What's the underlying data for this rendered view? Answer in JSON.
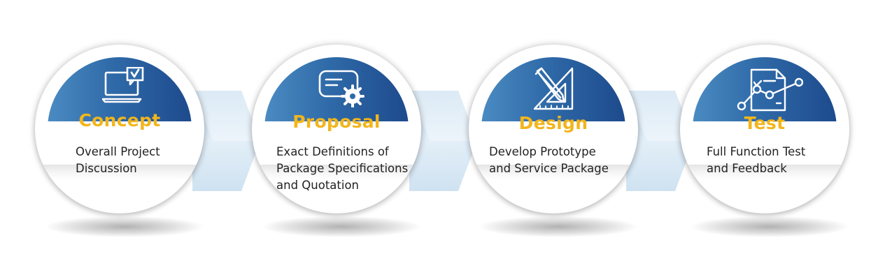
{
  "steps": [
    {
      "title": "Concept",
      "lines": [
        "Overall Project",
        "Discussion"
      ],
      "icon": "laptop-check-icon"
    },
    {
      "title": "Proposal",
      "lines": [
        "Exact Definitions of",
        "Package Specifications",
        "and Quotation"
      ],
      "icon": "document-gear-icon"
    },
    {
      "title": "Design",
      "lines": [
        "Develop Prototype",
        "and Service Package"
      ],
      "icon": "pencil-triangle-icon"
    },
    {
      "title": "Test",
      "lines": [
        "Full Function Test",
        "and Feedback"
      ],
      "icon": "test-chart-icon"
    }
  ],
  "colors": {
    "accent": "#f2b51c",
    "cap_dark": "#1d4a8d",
    "cap_light": "#4b8bc2",
    "connector": "#d6e6f2",
    "text": "#222222"
  }
}
